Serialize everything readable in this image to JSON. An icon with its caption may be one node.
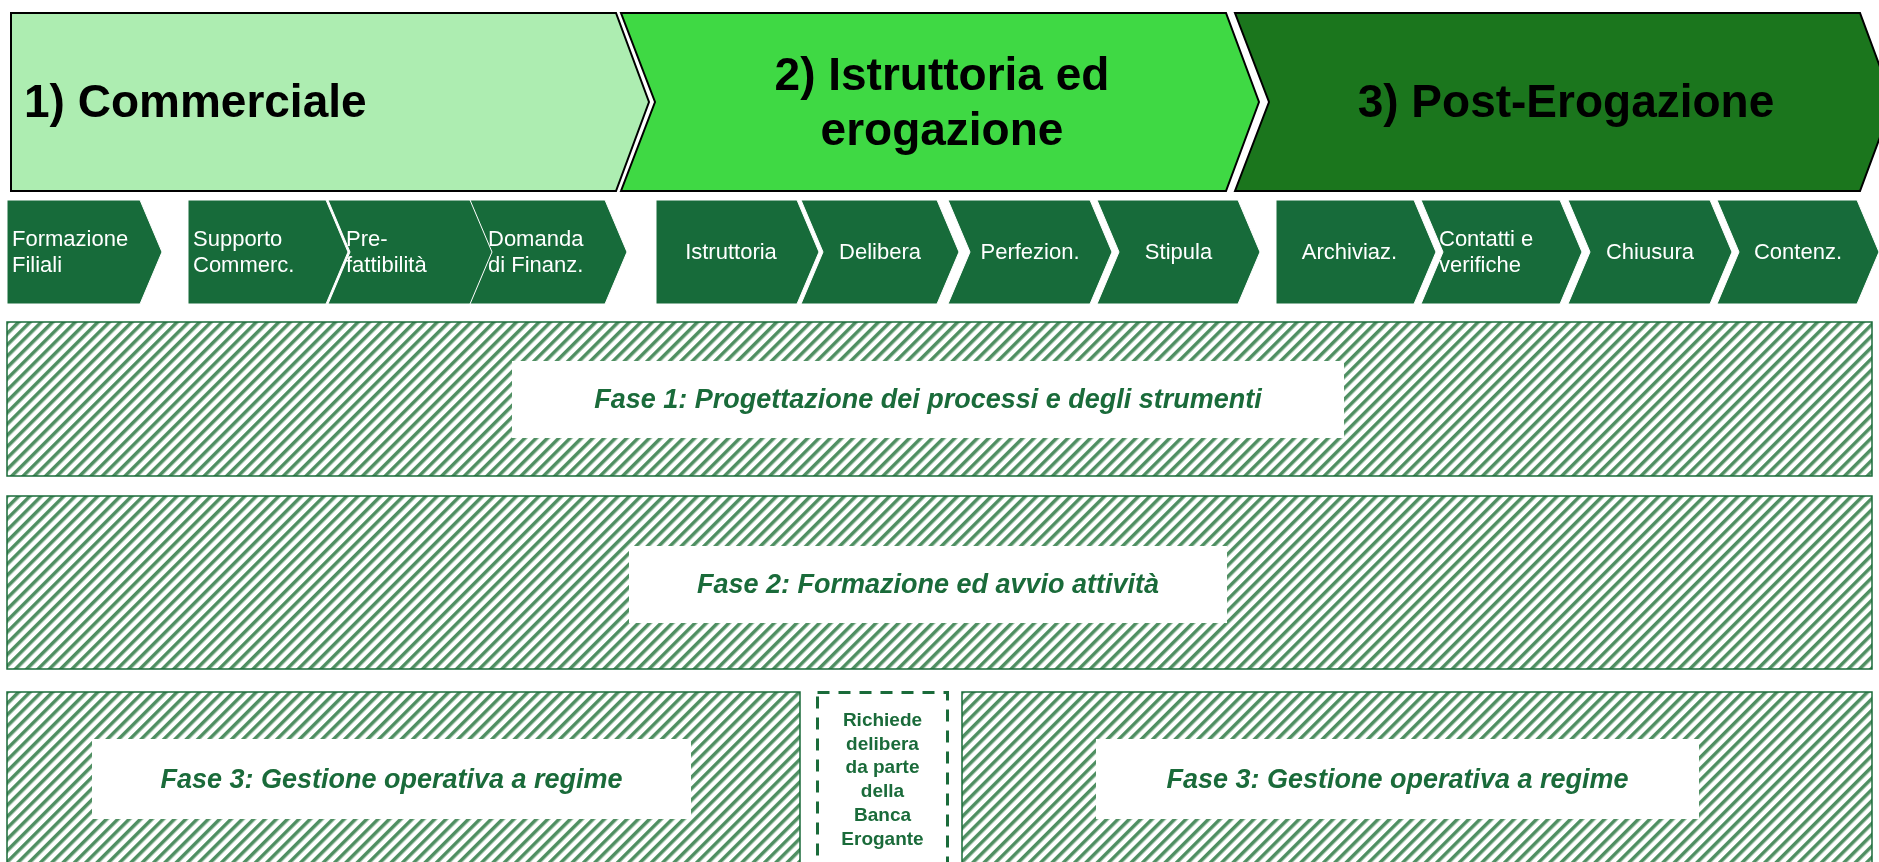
{
  "diagram": {
    "nodes": [
      {
        "text": [
          "1) Commerciale"
        ]
      },
      {
        "text": [
          "2) Istruttoria ed erogazione"
        ]
      },
      {
        "text": [
          "3) Post-Erogazione"
        ]
      },
      {
        "text": [
          "Formazione Filiali"
        ]
      },
      {
        "text": [
          "Supporto Commerc."
        ]
      },
      {
        "text": [
          "Pre-fattibilità"
        ]
      },
      {
        "text": [
          "Domanda di Finanz."
        ]
      },
      {
        "text": [
          "Istruttoria"
        ]
      },
      {
        "text": [
          "Delibera"
        ]
      },
      {
        "text": [
          "Perfezion."
        ]
      },
      {
        "text": [
          "Stipula"
        ]
      },
      {
        "text": [
          "Archiviaz."
        ]
      },
      {
        "text": [
          "Contatti e verifiche"
        ]
      },
      {
        "text": [
          "Chiusura"
        ]
      },
      {
        "text": [
          "Contenz."
        ]
      },
      {
        "text": [
          "Fase 1: Progettazione dei processi e degli strumenti"
        ]
      },
      {
        "text": [
          "Fase 2: Formazione ed avvio attività"
        ]
      },
      {
        "text": [
          "Fase 3: Gestione operativa a regime"
        ]
      },
      {
        "text": [
          "Richiede delibera da parte della Banca Erogante"
        ]
      },
      {
        "text": [
          "Fase 3: Gestione operativa a regime"
        ]
      }
    ],
    "edges": []
  }
}
